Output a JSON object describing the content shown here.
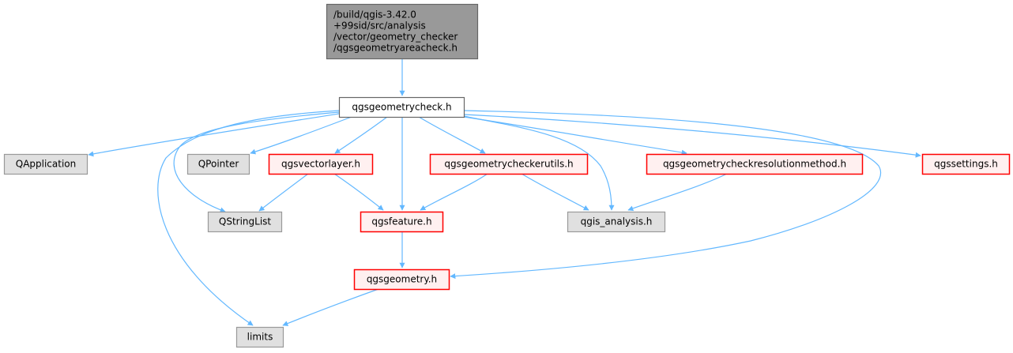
{
  "diagram": {
    "type": "include-dependency-graph",
    "colors": {
      "edge": "#63b8ff",
      "root_fill": "#999999",
      "root_border": "#666666",
      "main_fill": "#ffffff",
      "main_border": "#666666",
      "documented_fill": "#fff0f0",
      "documented_border": "#ff0000",
      "external_fill": "#e0e0e0",
      "external_border": "#999999"
    },
    "nodes": [
      {
        "id": "root",
        "kind": "root",
        "lines": [
          "/build/qgis-3.42.0",
          "+99sid/src/analysis",
          "/vector/geometry_checker",
          "/qgsgeometryareacheck.h"
        ]
      },
      {
        "id": "qgsgeometrycheck",
        "kind": "main",
        "lines": [
          "qgsgeometrycheck.h"
        ]
      },
      {
        "id": "QApplication",
        "kind": "external",
        "lines": [
          "QApplication"
        ]
      },
      {
        "id": "QPointer",
        "kind": "external",
        "lines": [
          "QPointer"
        ]
      },
      {
        "id": "qgsvectorlayer",
        "kind": "documented",
        "lines": [
          "qgsvectorlayer.h"
        ]
      },
      {
        "id": "qgsgeometrycheckerutils",
        "kind": "documented",
        "lines": [
          "qgsgeometrycheckerutils.h"
        ]
      },
      {
        "id": "qgsgeometrycheckresolutionmethod",
        "kind": "documented",
        "lines": [
          "qgsgeometrycheckresolutionmethod.h"
        ]
      },
      {
        "id": "qgssettings",
        "kind": "documented",
        "lines": [
          "qgssettings.h"
        ]
      },
      {
        "id": "QStringList",
        "kind": "external",
        "lines": [
          "QStringList"
        ]
      },
      {
        "id": "qgsfeature",
        "kind": "documented",
        "lines": [
          "qgsfeature.h"
        ]
      },
      {
        "id": "qgis_analysis",
        "kind": "external",
        "lines": [
          "qgis_analysis.h"
        ]
      },
      {
        "id": "qgsgeometry",
        "kind": "documented",
        "lines": [
          "qgsgeometry.h"
        ]
      },
      {
        "id": "limits",
        "kind": "external",
        "lines": [
          "limits"
        ]
      }
    ],
    "edges": [
      {
        "from": "root",
        "to": "qgsgeometrycheck"
      },
      {
        "from": "qgsgeometrycheck",
        "to": "QApplication"
      },
      {
        "from": "qgsgeometrycheck",
        "to": "QPointer"
      },
      {
        "from": "qgsgeometrycheck",
        "to": "qgsvectorlayer"
      },
      {
        "from": "qgsgeometrycheck",
        "to": "qgsgeometrycheckerutils"
      },
      {
        "from": "qgsgeometrycheck",
        "to": "qgsgeometrycheckresolutionmethod"
      },
      {
        "from": "qgsgeometrycheck",
        "to": "qgssettings"
      },
      {
        "from": "qgsgeometrycheck",
        "to": "QStringList"
      },
      {
        "from": "qgsgeometrycheck",
        "to": "qgsfeature"
      },
      {
        "from": "qgsgeometrycheck",
        "to": "qgis_analysis"
      },
      {
        "from": "qgsgeometrycheck",
        "to": "qgsgeometry"
      },
      {
        "from": "qgsgeometrycheck",
        "to": "limits"
      },
      {
        "from": "qgsvectorlayer",
        "to": "QStringList"
      },
      {
        "from": "qgsvectorlayer",
        "to": "qgsfeature"
      },
      {
        "from": "qgsgeometrycheckerutils",
        "to": "qgsfeature"
      },
      {
        "from": "qgsgeometrycheckerutils",
        "to": "qgis_analysis"
      },
      {
        "from": "qgsgeometrycheckresolutionmethod",
        "to": "qgis_analysis"
      },
      {
        "from": "qgsfeature",
        "to": "qgsgeometry"
      },
      {
        "from": "qgsgeometry",
        "to": "limits"
      }
    ]
  }
}
